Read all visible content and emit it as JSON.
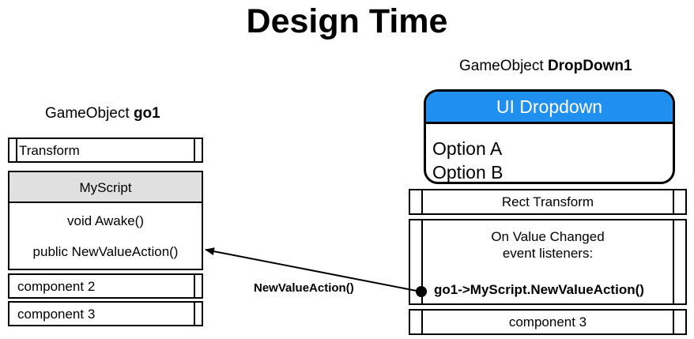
{
  "title": "Design Time",
  "go1": {
    "label_prefix": "GameObject",
    "label_name": "go1",
    "transform": "Transform",
    "script_header": "MyScript",
    "method1": "void Awake()",
    "method2": "public NewValueAction()",
    "component2": "component 2",
    "component3": "component 3"
  },
  "dropdown1": {
    "label_prefix": "GameObject",
    "label_name": "DropDown1",
    "ui_title": "UI Dropdown",
    "option_a": "Option A",
    "option_b": "Option B",
    "rect_transform": "Rect Transform",
    "event_line1": "On Value Changed",
    "event_line2": "event listeners:",
    "listener": "go1->MyScript.NewValueAction()",
    "component3": "component 3"
  },
  "connection_label": "NewValueAction()",
  "colors": {
    "dropdown_header": "#1f8ff0",
    "script_header": "#e0e0e0"
  }
}
